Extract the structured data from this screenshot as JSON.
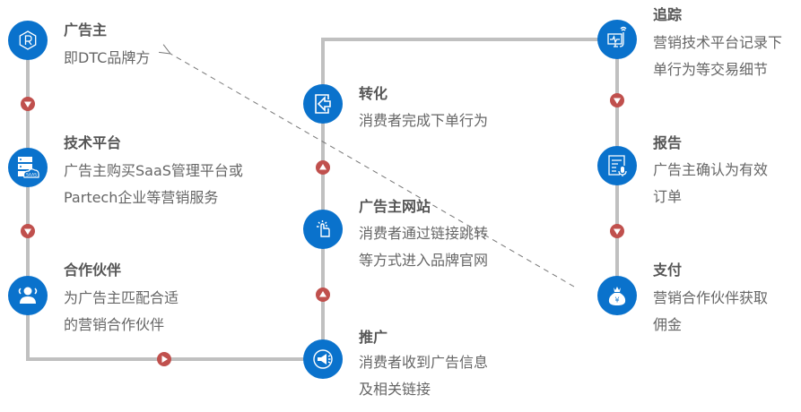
{
  "colors": {
    "node_fill": "#0a72cc",
    "line": "#c0c0c0",
    "arrow_marker": "#c0504d",
    "dashed_line": "#777777",
    "title_text": "#555555",
    "desc_text": "#666666"
  },
  "nodes": [
    {
      "id": "advertiser",
      "icon": "brand-r-hexagon-icon",
      "title": "广告主",
      "desc": [
        "即DTC品牌方"
      ]
    },
    {
      "id": "tech-platform",
      "icon": "saas-server-icon",
      "title": "技术平台",
      "desc": [
        "广告主购买SaaS管理平台或",
        "Partech企业等营销服务"
      ]
    },
    {
      "id": "partner",
      "icon": "users-group-icon",
      "title": "合作伙伴",
      "desc": [
        "为广告主匹配合适",
        "的营销合作伙伴"
      ]
    },
    {
      "id": "promotion",
      "icon": "megaphone-icon",
      "title": "推广",
      "desc": [
        "消费者收到广告信息",
        "及相关链接"
      ]
    },
    {
      "id": "website",
      "icon": "click-hand-icon",
      "title": "广告主网站",
      "desc": [
        "消费者通过链接跳转",
        "等方式进入品牌官网"
      ]
    },
    {
      "id": "conversion",
      "icon": "login-arrow-icon",
      "title": "转化",
      "desc": [
        "消费者完成下单行为"
      ]
    },
    {
      "id": "tracking",
      "icon": "monitor-tracking-icon",
      "title": "追踪",
      "desc": [
        "营销技术平台记录下",
        "单行为等交易细节"
      ]
    },
    {
      "id": "report",
      "icon": "report-document-icon",
      "title": "报告",
      "desc": [
        "广告主确认为有效",
        "订单"
      ]
    },
    {
      "id": "payment",
      "icon": "money-bag-icon",
      "title": "支付",
      "desc": [
        "营销合作伙伴获取",
        "佣金"
      ]
    }
  ],
  "flow": [
    "advertiser",
    "tech-platform",
    "partner",
    "promotion",
    "website",
    "conversion",
    "tracking",
    "report",
    "payment"
  ],
  "feedback_link": {
    "from": "payment",
    "to": "advertiser",
    "style": "dashed-arrow"
  }
}
